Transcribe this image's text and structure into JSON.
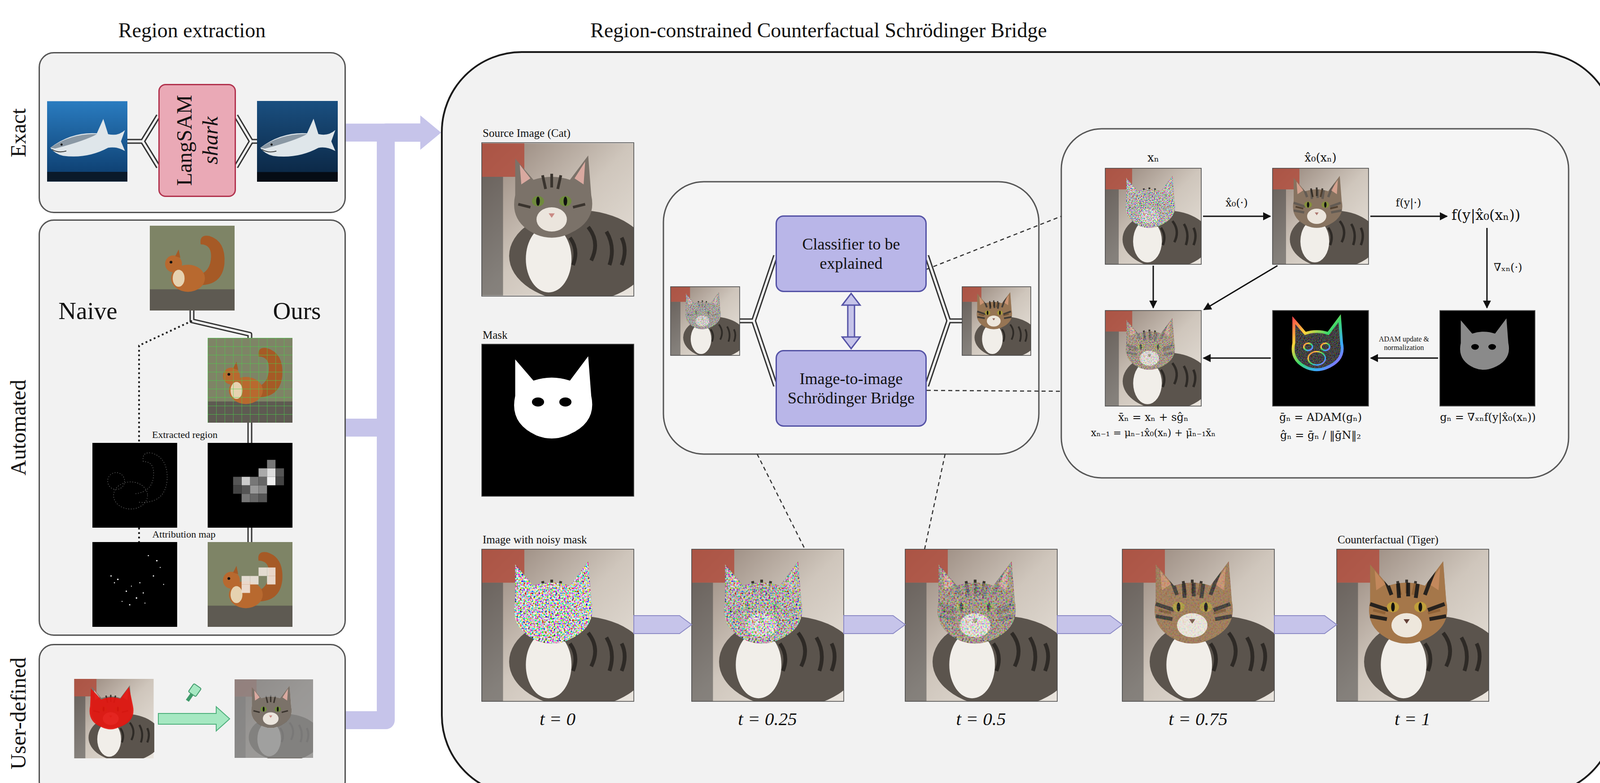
{
  "diagram": {
    "nodes": [
      {
        "text": [
          "Exact"
        ]
      },
      {
        "text": [
          "LangSAM",
          "shark"
        ],
        "in": 0
      },
      {
        "text": [
          "Automated"
        ]
      },
      {
        "text": [
          "User-defined"
        ]
      },
      {
        "text": [
          "Region-constrained Counterfactual Schrödinger Bridge"
        ]
      },
      {
        "text": [
          "Classifier to be explained"
        ],
        "in": 4
      },
      {
        "text": [
          "Image-to-image Schrödinger Bridge"
        ],
        "in": 4
      }
    ],
    "edges": [
      {
        "from": 0,
        "to": 4,
        "arrow": "to"
      },
      {
        "from": 2,
        "to": 4,
        "arrow": "to"
      },
      {
        "from": 3,
        "to": 4,
        "arrow": "to"
      },
      {
        "from": 5,
        "to": 6,
        "arrow": "both"
      }
    ],
    "labels": [
      "Region extraction",
      "Naive",
      "Ours",
      "Extracted region",
      "Attribution map",
      "Source Image (Cat)",
      "Mask",
      "Image with noisy mask",
      "Counterfactual (Tiger)",
      "t = 0",
      "t = 0.25",
      "t = 0.5",
      "t = 0.75",
      "t = 1",
      "xₙ",
      "x̂₀(xₙ)",
      "x̂₀(·)",
      "f(y|·)",
      "f(y|x̂₀(xₙ))",
      "∇ₓₙ(·)",
      "ADAM update & normalization",
      "x̄ₙ = xₙ + sĝₙ",
      "xₙ₋₁ = μₙ₋₁x̂₀(xₙ) + μ̄ₙ₋₁x̄ₙ",
      "ḡₙ = ADAM(gₙ)",
      "ĝₙ = ḡₙ / ‖ḡN‖₂",
      "gₙ = ∇ₓₙf(y|x̂₀(xₙ))"
    ]
  }
}
